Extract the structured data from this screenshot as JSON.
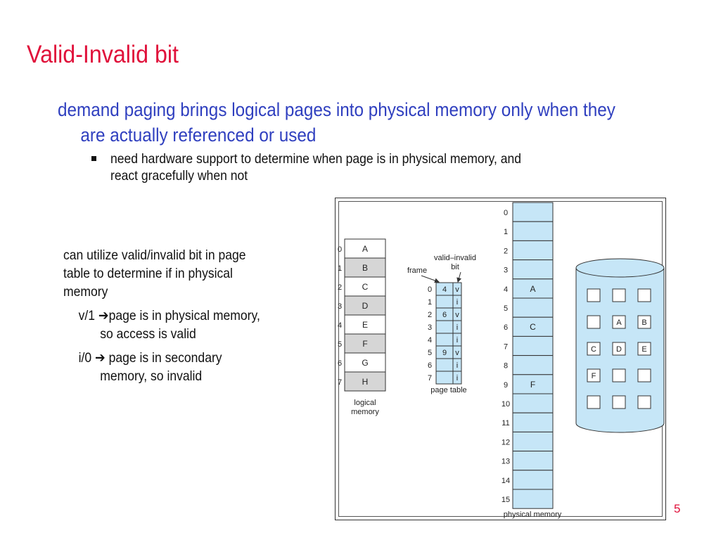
{
  "title": "Valid-Invalid bit",
  "main_bullet": {
    "line1": "demand paging brings logical pages into physical memory only when they",
    "line2": "are actually referenced or used"
  },
  "sub_bullet": {
    "line1": "need hardware support to determine when page is in physical memory, and",
    "line2": "react gracefully when not"
  },
  "left_text": {
    "p1_line1": "can utilize valid/invalid bit in page",
    "p1_line2": "table to determine if in physical",
    "p1_line3": "memory",
    "v_line1": "v/1 ➔page is in physical memory,",
    "v_line2": "so access is valid",
    "i_line1": "i/0 ➔ page is in secondary",
    "i_line2": "memory, so invalid"
  },
  "slide_number": "5",
  "figure": {
    "logical_memory": {
      "label_line1": "logical",
      "label_line2": "memory",
      "indices": [
        "0",
        "1",
        "2",
        "3",
        "4",
        "5",
        "6",
        "7"
      ],
      "pages": [
        "A",
        "B",
        "C",
        "D",
        "E",
        "F",
        "G",
        "H"
      ],
      "shaded": [
        false,
        true,
        false,
        true,
        false,
        true,
        false,
        true
      ]
    },
    "page_table": {
      "label": "page table",
      "frame_label": "frame",
      "valid_invalid_line1": "valid–invalid",
      "valid_invalid_line2": "bit",
      "indices": [
        "0",
        "1",
        "2",
        "3",
        "4",
        "5",
        "6",
        "7"
      ],
      "frames": [
        "4",
        "",
        "6",
        "",
        "",
        "9",
        "",
        ""
      ],
      "bits": [
        "v",
        "i",
        "v",
        "i",
        "i",
        "v",
        "i",
        "i"
      ]
    },
    "physical_memory": {
      "label": "physical memory",
      "indices": [
        "0",
        "1",
        "2",
        "3",
        "4",
        "5",
        "6",
        "7",
        "8",
        "9",
        "10",
        "11",
        "12",
        "13",
        "14",
        "15"
      ],
      "contents": [
        "",
        "",
        "",
        "",
        "A",
        "",
        "C",
        "",
        "",
        "F",
        "",
        "",
        "",
        "",
        "",
        ""
      ]
    },
    "disk": {
      "grid": [
        [
          "",
          "",
          ""
        ],
        [
          "",
          "A",
          "B"
        ],
        [
          "C",
          "D",
          "E"
        ],
        [
          "F",
          "",
          ""
        ],
        [
          "",
          "",
          ""
        ]
      ]
    },
    "colors": {
      "blue_fill": "#c6e6f7",
      "gray_fill": "#d6d6d6",
      "stroke": "#333333"
    }
  }
}
